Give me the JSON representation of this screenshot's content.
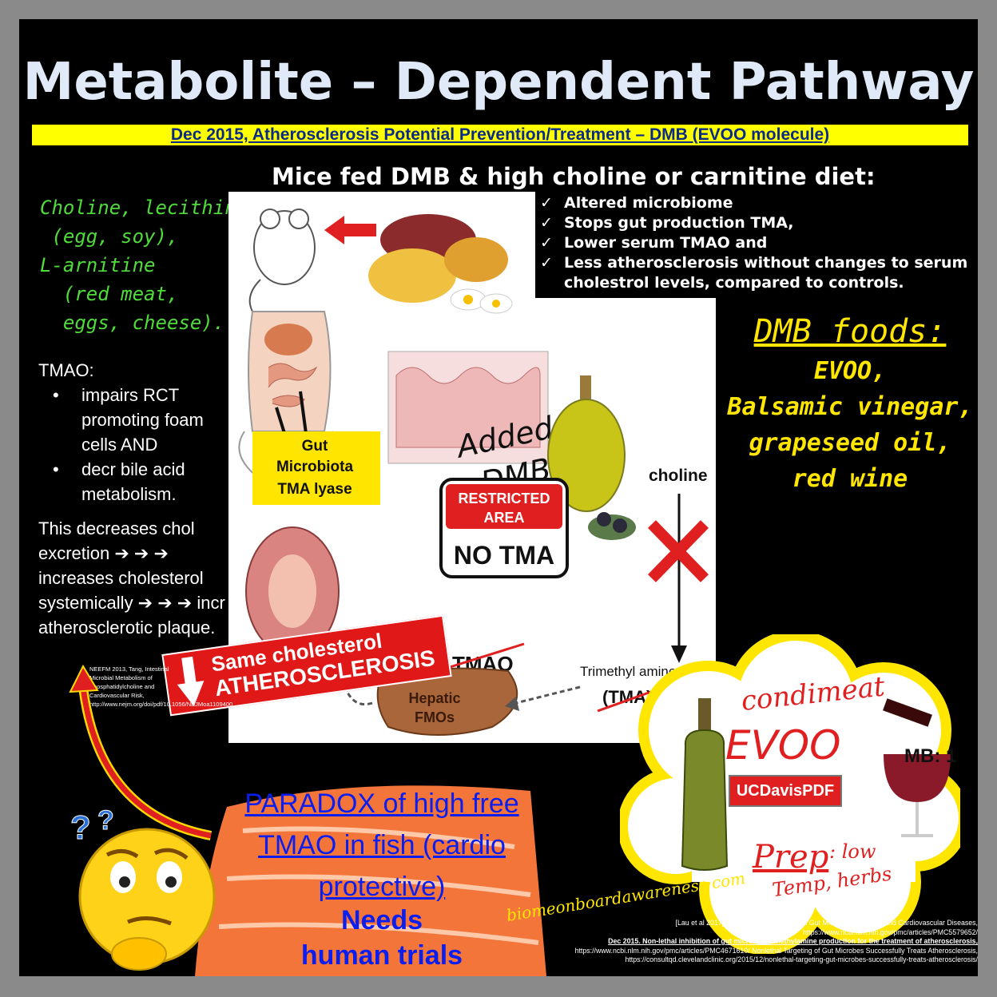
{
  "title": "Metabolite – Dependent Pathway",
  "subtitle": "Dec 2015, Atherosclerosis Potential Prevention/Treatment – DMB (EVOO molecule)",
  "mice_heading": "Mice fed DMB & high choline or carnitine diet:",
  "bullets": [
    "Altered microbiome",
    "Stops gut production TMA,",
    "Lower serum TMAO and",
    "Less atherosclerosis without changes to serum cholestrol levels, compared to controls."
  ],
  "diet_lines": [
    "Choline, lecithin",
    " (egg, soy),",
    "L-arnitine",
    "  (red meat,",
    "  eggs, cheese)."
  ],
  "tmao": {
    "heading": "TMAO:",
    "items": [
      "impairs RCT promoting foam cells AND",
      "decr bile acid metabolism."
    ]
  },
  "decrease_text": "This decreases chol excretion ➔ ➔ ➔ increases cholesterol systemically ➔ ➔ ➔ incr atherosclerotic plaque.",
  "neefm_citation": "NEEFM 2013, Tang, Intestinal Microbial Metabolism of Phosphatidylcholine and Cardiovascular Risk, http://www.nejm.org/doi/pdf/10.1056/NEJMoa1109400",
  "figure_labels": {
    "gut_microbiota": [
      "Gut",
      "Microbiota",
      "TMA lyase"
    ],
    "added_dmb": [
      "Added",
      "DMB"
    ],
    "restricted": [
      "RESTRICTED",
      "AREA"
    ],
    "no_tma": "NO TMA",
    "choline": "choline",
    "tmao": "TMAO",
    "trimethyl_amine": "Trimethyl amine",
    "tma": "(TMA)",
    "hepatic": [
      "Hepatic",
      "FMOs"
    ]
  },
  "banner": {
    "line1": "Same cholesterol",
    "line2": "ATHEROSCLEROSIS"
  },
  "dmb_foods": {
    "heading": "DMB foods:",
    "items": [
      "EVOO,",
      "Balsamic vinegar,",
      "grapeseed oil,",
      "red wine"
    ]
  },
  "cloud": {
    "condimeat": "condimeat",
    "evoo": "EVOO",
    "ucdavis_button": "UCDavisPDF",
    "mb": "MB: 1",
    "prep": "Prep",
    "prep_detail_1": ": low",
    "prep_detail_2": "Temp, herbs"
  },
  "paradox": "PARADOX of high free TMAO in fish (cardio protective)",
  "needs": [
    "Needs",
    "human trials"
  ],
  "website": "biomeonboardawareness·com",
  "refs": [
    "[Lau et al 2017] Bridging the Gap between Gut Microbial Dysbiosis and Cardiovascular Diseases,",
    "https://www.ncbi.nlm.nih.gov/pmc/articles/PMC5579652/",
    "Dec 2015. Non-lethal inhibition of gut microbial trimethylamine production for the treatment of atherosclerosis,",
    "https://www.ncbi.nlm.nih.gov/pmc/articles/PMC4671610/ Nonlethal Targeting of Gut Microbes Successfully Treats Atherosclerosis,",
    "https://consultqd.clevelandclinic.org/2015/12/nonlethal-targeting-gut-microbes-successfully-treats-atherosclerosis/"
  ],
  "colors": {
    "background": "#000000",
    "title": "#dfe9f7",
    "highlight": "#ffff00",
    "diet_green": "#4fdc3a",
    "foods_yellow": "#ffe600",
    "banner_red": "#e01818",
    "paradox_blue": "#0a1ef0"
  }
}
